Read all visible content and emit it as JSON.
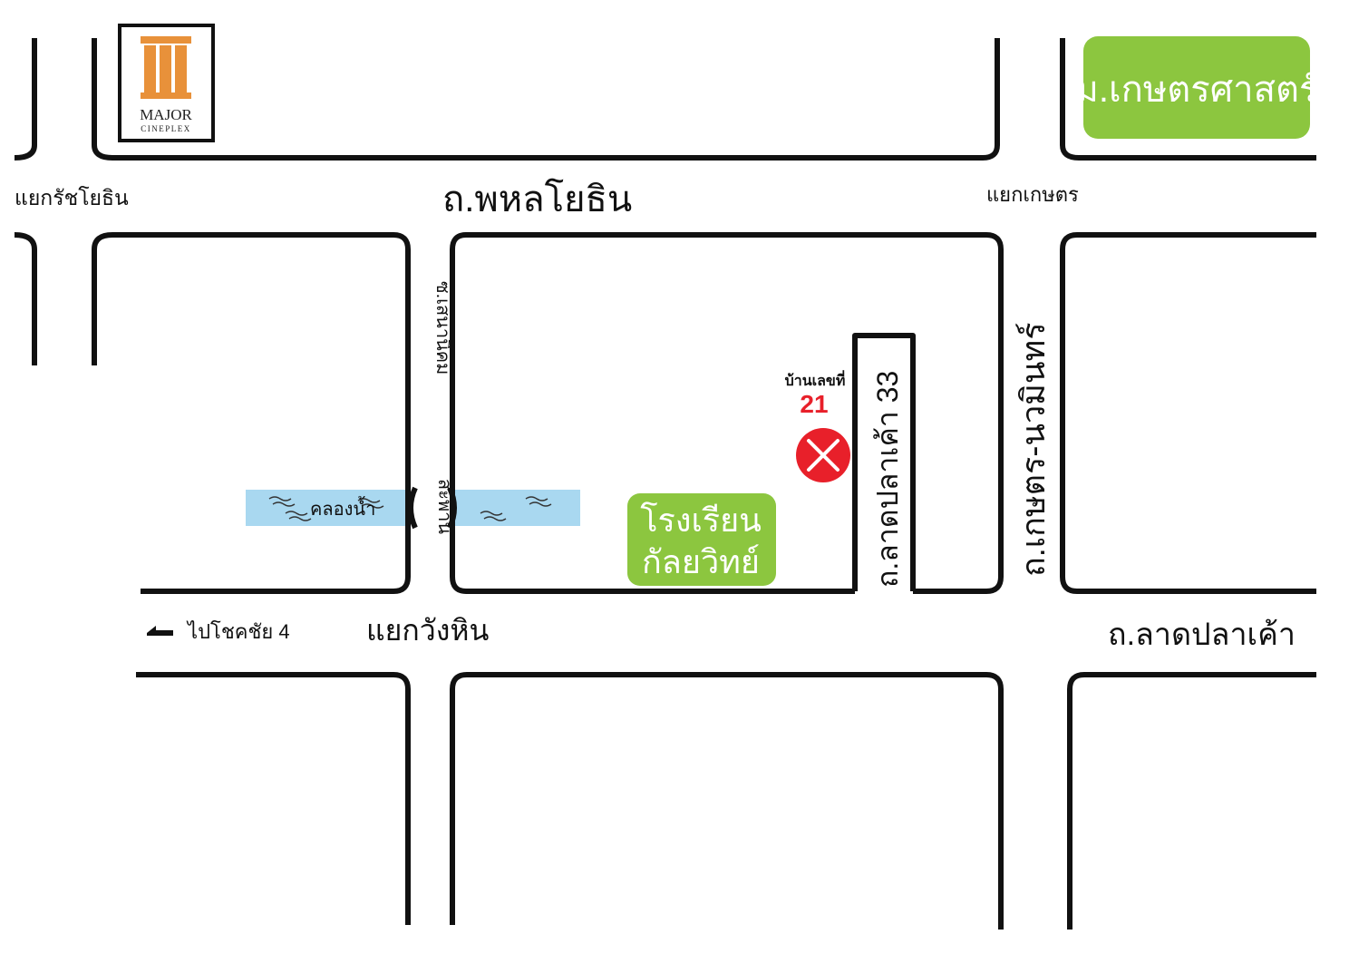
{
  "colors": {
    "road": "#111111",
    "landmark_green": "#8cc63f",
    "canal_blue": "#a9d8f0",
    "marker_red": "#e8202a",
    "logo_orange": "#e8913a"
  },
  "landmarks": {
    "major_cineplex": {
      "line1": "MAJOR",
      "line2": "CINEPLEX",
      "icon": "major-pillar-logo"
    },
    "kasetsart_university": "ม.เกษตรศาสตร์",
    "school_line1": "โรงเรียน",
    "school_line2": "กัลยวิทย์"
  },
  "roads": {
    "phahonyothin": "ถ.พหลโยธิน",
    "lat_pla_khao": "ถ.ลาดปลาเค้า",
    "lat_pla_khao_33": "ถ.ลาดปลาเค้า 33",
    "kaset_nawamin": "ถ.เกษตร-นวมินทร์",
    "soi_senanikhom": "ซ.เสนานิคม"
  },
  "intersections": {
    "ratchayothin": "แยกรัชโยธิน",
    "kaset": "แยกเกษตร",
    "wang_hin": "แยกวังหิน"
  },
  "canal": {
    "label": "คลองน้ำ",
    "bridge_label": "สะพาน"
  },
  "direction": {
    "label": "ไปโชคชัย 4",
    "icon": "arrow-left-icon"
  },
  "destination": {
    "label": "บ้านเลขที่",
    "number": "21",
    "icon": "x-circle-marker-icon"
  }
}
